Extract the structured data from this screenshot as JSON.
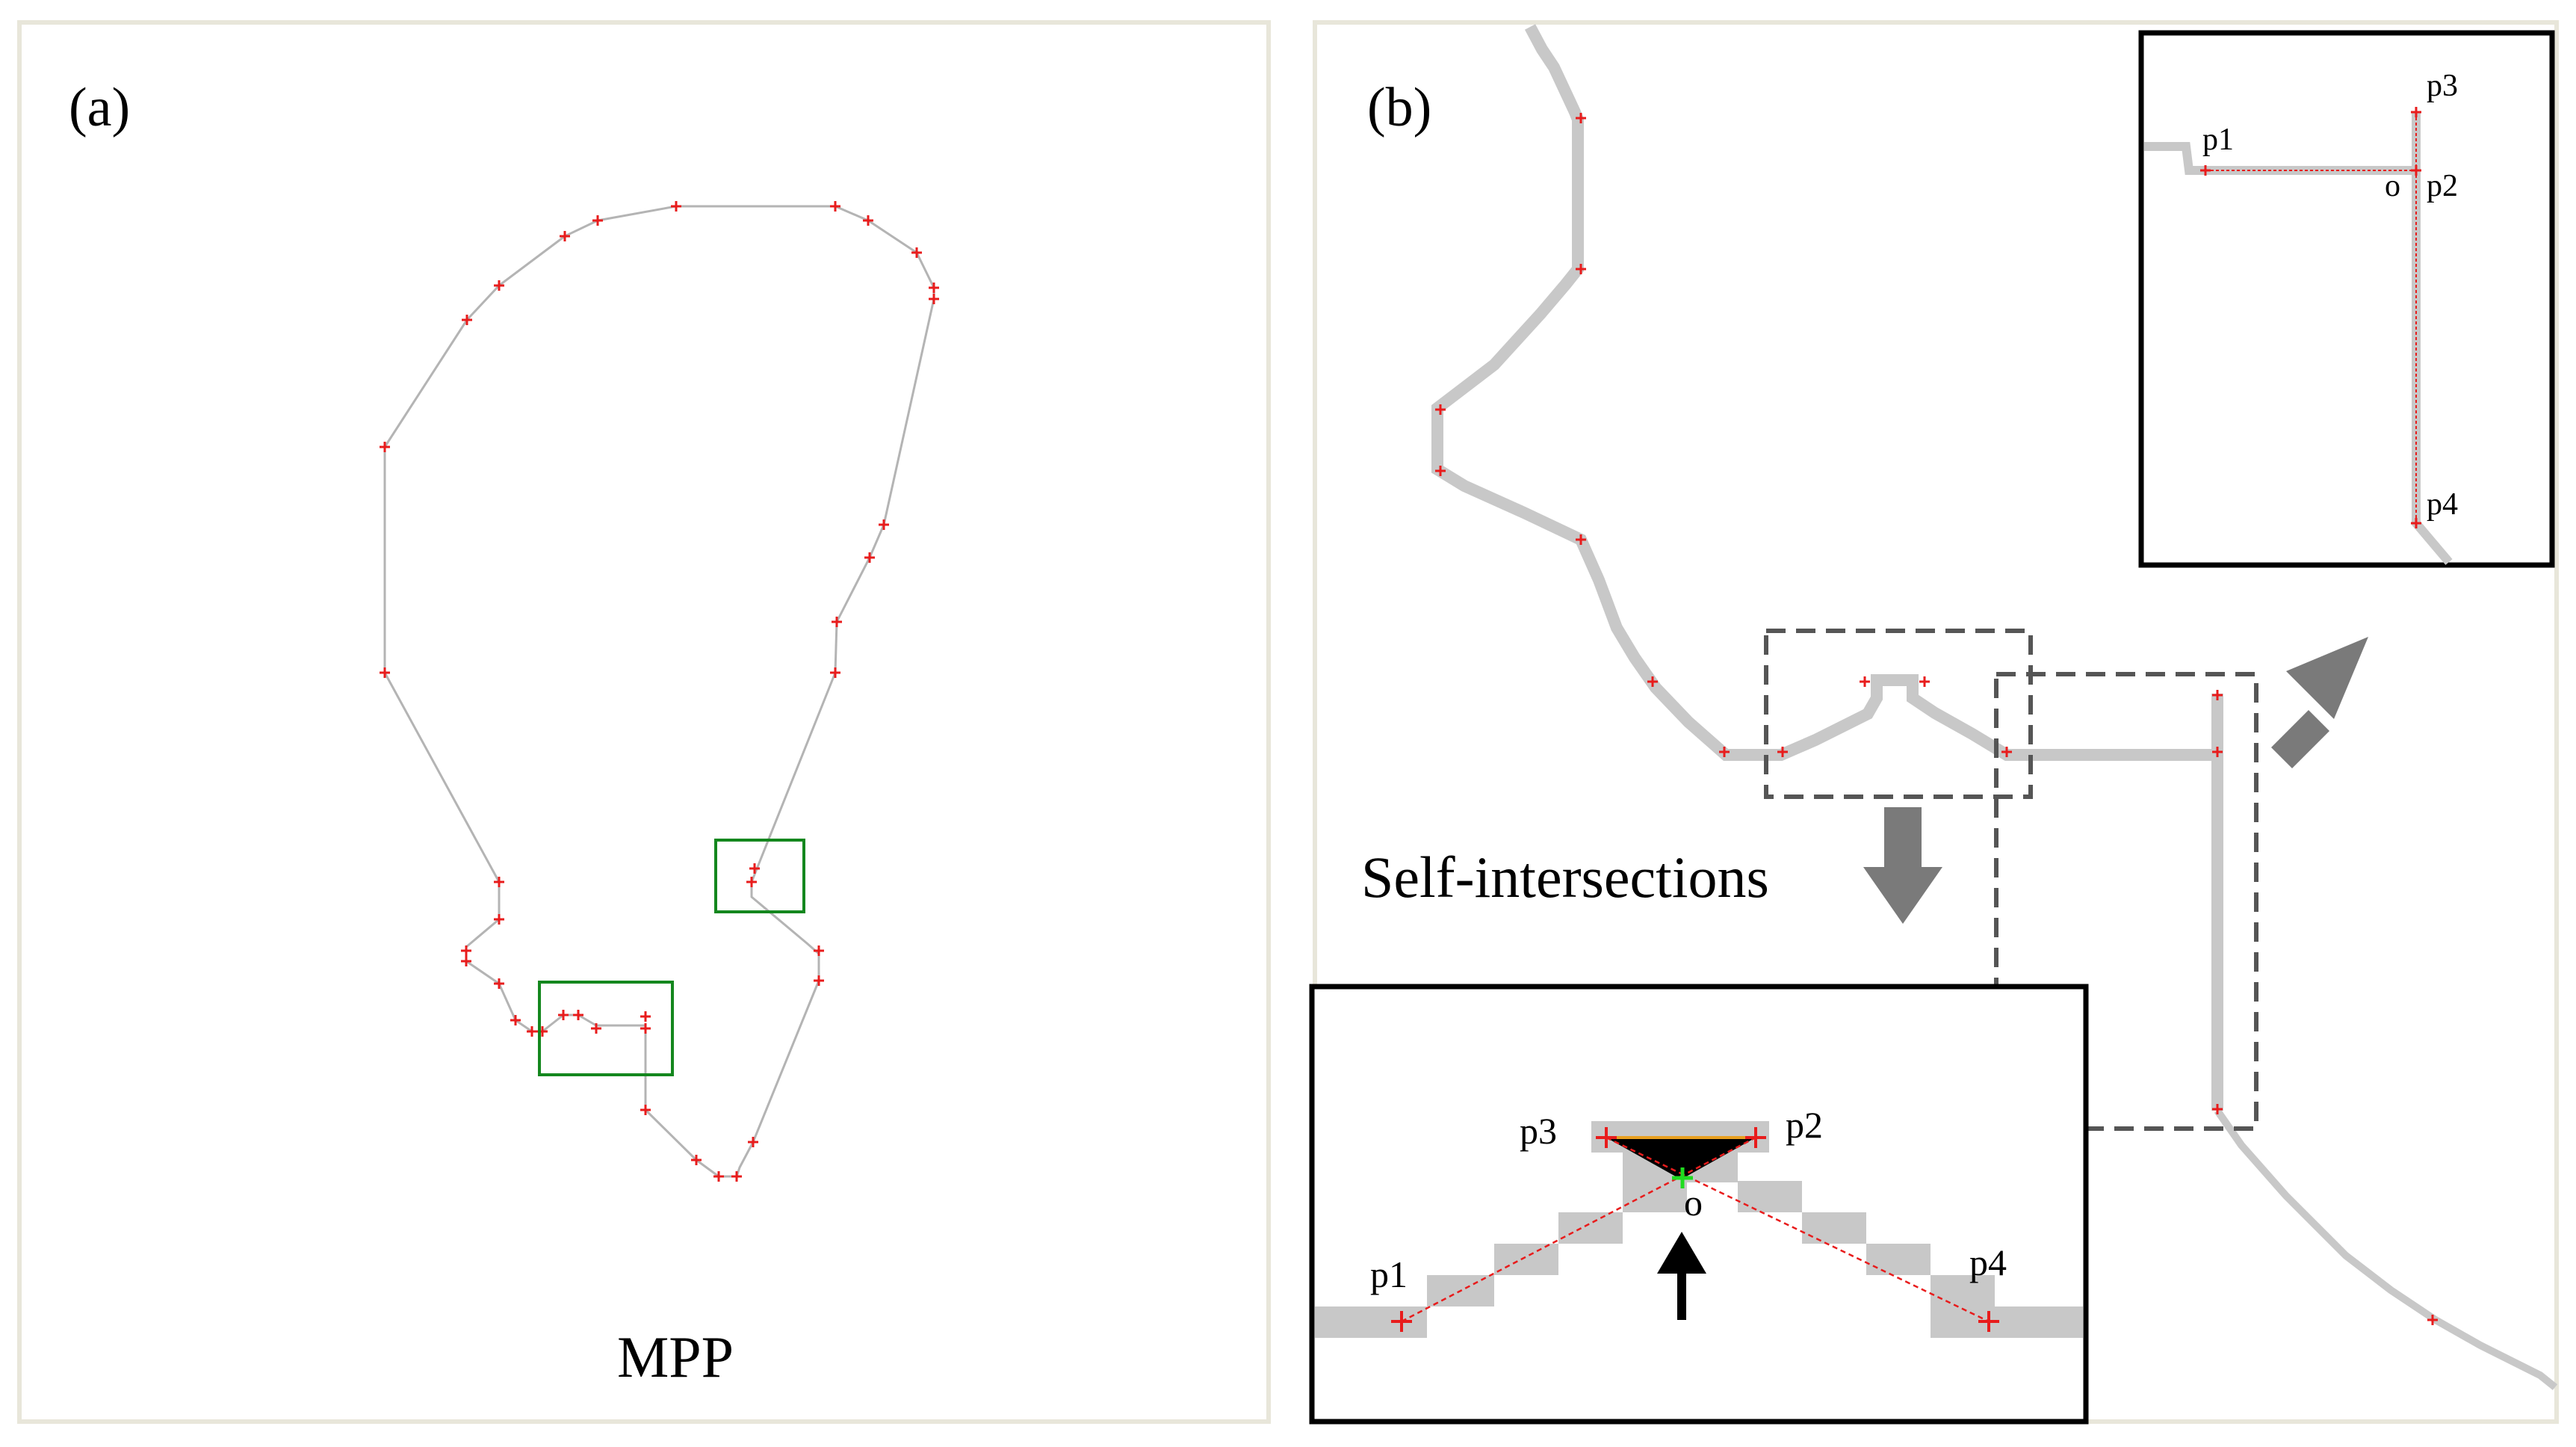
{
  "panel_a": {
    "tag": "(a)",
    "caption": "MPP"
  },
  "panel_b": {
    "tag": "(b)",
    "annotation": "Self-intersections",
    "inset_top": {
      "p1": "p1",
      "p2": "p2",
      "p3": "p3",
      "p4": "p4",
      "o": "o"
    },
    "inset_bottom": {
      "p1": "p1",
      "p2": "p2",
      "p3": "p3",
      "p4": "p4",
      "o": "o"
    }
  },
  "colors": {
    "frame": "#e8e6da",
    "polygon_line": "#b4b4b4",
    "vertex": "#e81c1c",
    "highlight_box": "#14871e",
    "pixel_path": "#c8c8c8",
    "dashed_box": "#555555",
    "arrow": "#7a7a7a",
    "intersection_point": "#1fdc1f"
  }
}
